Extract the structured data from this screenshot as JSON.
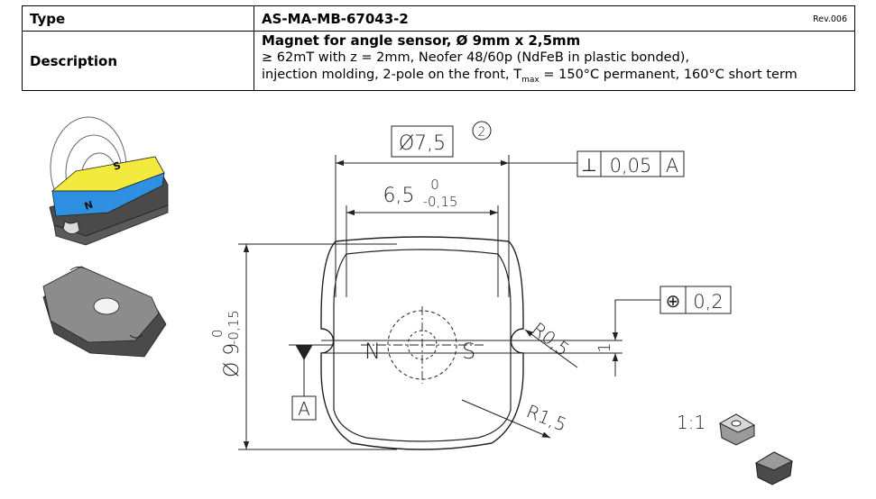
{
  "spec": {
    "type_label": "Type",
    "type_value": "AS-MA-MB-67043-2",
    "revision": "Rev.006",
    "description_label": "Description",
    "description_title": "Magnet for angle sensor, Ø 9mm x 2,5mm",
    "description_line2": "≥ 62mT with z = 2mm, Neofer 48/60p (NdFeB in plastic bonded),",
    "description_line3_a": "injection molding, 2-pole on the front, T",
    "description_line3_sub": "max",
    "description_line3_b": " = 150°C permanent, 160°C short term"
  },
  "drawing": {
    "dim_outer_diameter": "Ø7,5",
    "note_number": "2",
    "perpendicularity_symbol": "⊥",
    "perpendicularity_tolerance": "0,05",
    "perpendicularity_datum": "A",
    "dim_width_nominal": "6,5",
    "dim_width_upper": "0",
    "dim_width_lower": "-0,15",
    "dim_diameter_nominal": "Ø 9",
    "dim_diameter_upper": "0",
    "dim_diameter_lower": "-0,15",
    "position_symbol": "⊕",
    "position_tolerance": "0,2",
    "dim_notch_radius": "R0,5",
    "dim_notch_width": "1",
    "dim_corner_radius": "R1,5",
    "pole_north": "N",
    "pole_south": "S",
    "datum_label": "A",
    "scale": "1:1",
    "iso_pole_south": "S",
    "iso_pole_north": "N"
  },
  "colors": {
    "magnet_yellow": "#f2ea3c",
    "magnet_blue": "#2f8fe0",
    "magnet_gray": "#8c8c8c",
    "magnet_dark": "#4a4a4a"
  }
}
